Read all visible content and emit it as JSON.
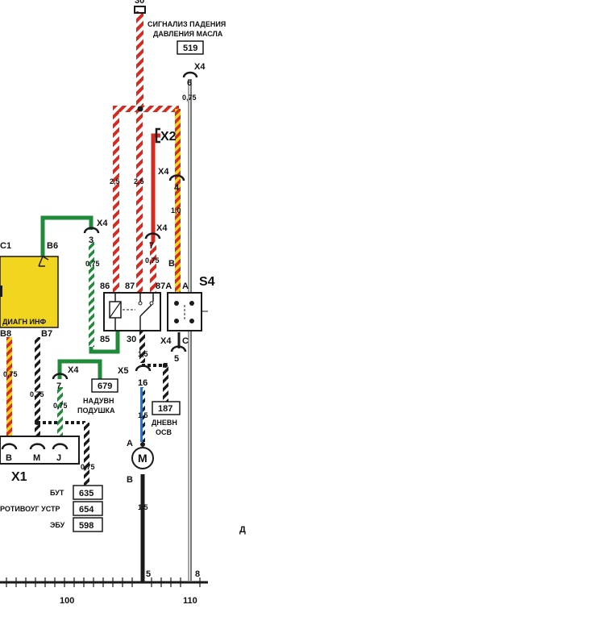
{
  "top_terminal": "30",
  "oil_signal": {
    "line1": "СИГНАЛИЗ ПАДЕНИЯ",
    "line2": "ДАВЛЕНИЯ МАСЛА",
    "code": "519"
  },
  "connectors": {
    "x4": "X4",
    "x2": "X2",
    "x5": "X5",
    "x1": "X1",
    "pin_6": "6",
    "pin_4": "4",
    "pin_7a": "7",
    "pin_3": "3",
    "pin_5": "5",
    "pin_16": "16",
    "pin_7b": "7"
  },
  "wire_sizes": {
    "w075_top": "0,75",
    "w25_left": "2,5",
    "w25_mid": "2,5",
    "w10": "1,0",
    "w075_b6": "0,75",
    "w075_87": "0,75",
    "w15_a": "1,5",
    "w15_b": "1,5",
    "w15_c": "1,5",
    "w075_b8": "0,75",
    "w075_b7": "0,75",
    "w075_x4_7": "0,75",
    "w075_x1": "0,75"
  },
  "relay": {
    "p86": "86",
    "p87": "87",
    "p87a": "87A",
    "p85": "85",
    "p30": "30"
  },
  "switch_s4": {
    "name": "S4",
    "a": "A",
    "b": "B",
    "c": "C"
  },
  "ecu_block": {
    "c1": "C1",
    "b6": "B6",
    "diag": "ДИАГН ИНФ",
    "b8": "B8",
    "b7": "B7"
  },
  "x1_pins": {
    "b": "B",
    "m": "M",
    "j": "J"
  },
  "airbag": {
    "code": "679",
    "line1": "НАДУВН",
    "line2": "ПОДУШКА"
  },
  "daylight": {
    "code": "187",
    "line1": "ДНЕВН",
    "line2": "ОСВ"
  },
  "motor": {
    "symbol": "M",
    "a": "A",
    "b": "B"
  },
  "refs": [
    {
      "label": "БУТ",
      "code": "635"
    },
    {
      "label": "РОТИВОУГ УСТР",
      "code": "654"
    },
    {
      "label": "ЭБУ",
      "code": "598"
    }
  ],
  "ground_pins": {
    "g5": "5",
    "g8": "8"
  },
  "scale": {
    "s100": "100",
    "s110": "110"
  },
  "misc": {
    "edge_mark": "Д"
  },
  "colors": {
    "red": "#d42a1f",
    "green": "#1f8a3a",
    "yellow": "#f2d51e",
    "blue": "#2b73c8",
    "black": "#1a1a1a"
  }
}
